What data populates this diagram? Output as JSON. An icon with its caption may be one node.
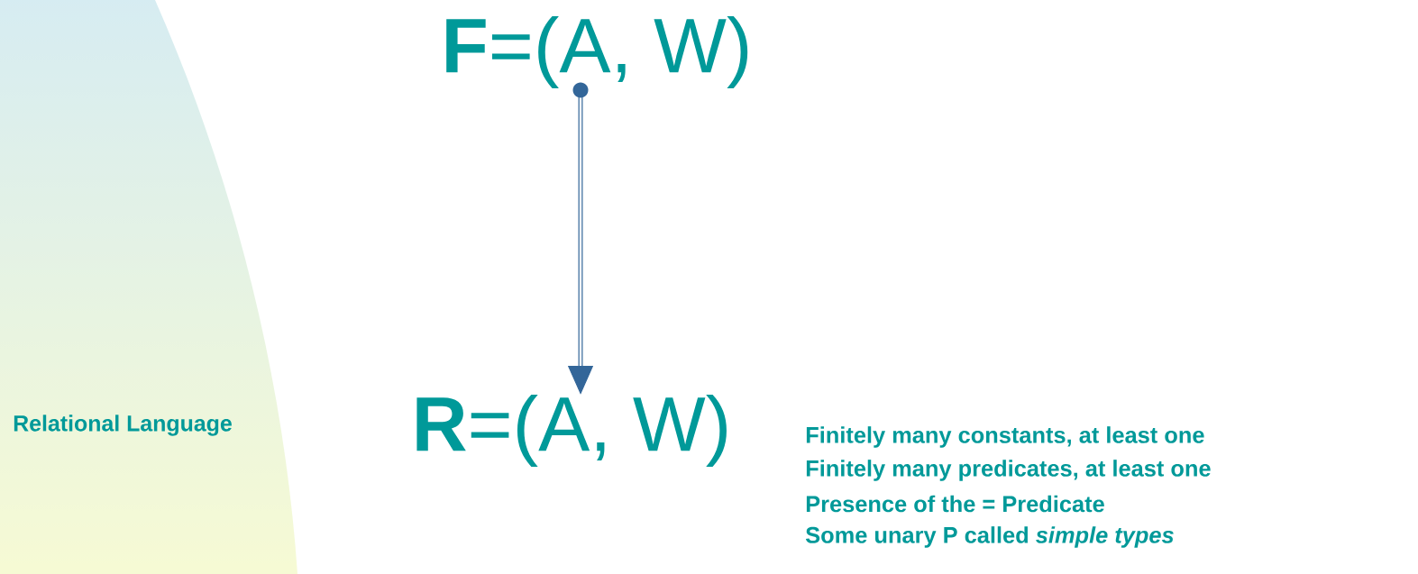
{
  "diagram": {
    "nodes": [
      {
        "text": [
          "**F**=(A, W)"
        ]
      },
      {
        "text": [
          "**R**=(A, W)"
        ]
      }
    ],
    "edges": [
      {
        "from": 0,
        "to": 1,
        "arrow": "to"
      }
    ],
    "labels": [
      "Relational Language",
      "Finitely many constants, at least one",
      "Finitely many predicates, at least one",
      "Presence of the = Predicate",
      "Some unary P called *simple types*"
    ]
  }
}
